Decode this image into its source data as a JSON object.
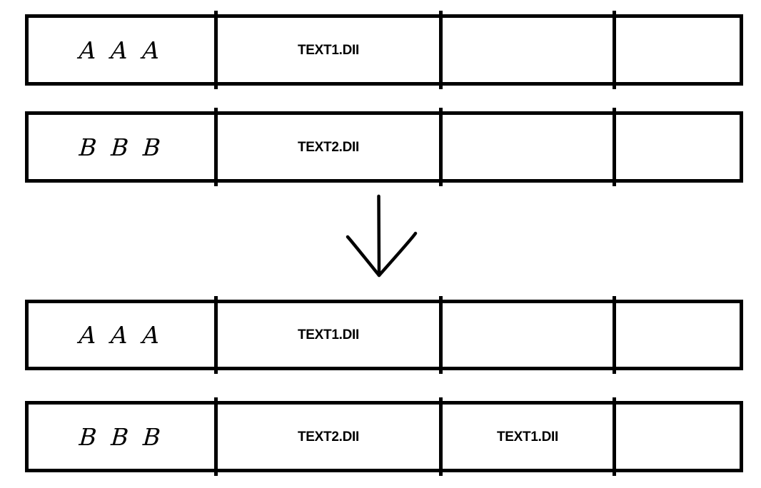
{
  "diagram": {
    "type": "before-after-table-transformation",
    "arrow": {
      "name": "down-arrow",
      "direction": "down"
    },
    "before": {
      "rows": [
        {
          "handwritten_label": "A A A",
          "cells": [
            "TEXT1.DII",
            "",
            ""
          ]
        },
        {
          "handwritten_label": "B B B",
          "cells": [
            "TEXT2.DII",
            "",
            ""
          ]
        }
      ]
    },
    "after": {
      "rows": [
        {
          "handwritten_label": "A A A",
          "cells": [
            "TEXT1.DII",
            "",
            ""
          ]
        },
        {
          "handwritten_label": "B B B",
          "cells": [
            "TEXT2.DII",
            "TEXT1.DII",
            ""
          ]
        }
      ]
    },
    "colors": {
      "stroke": "#000000",
      "background": "#ffffff"
    }
  }
}
